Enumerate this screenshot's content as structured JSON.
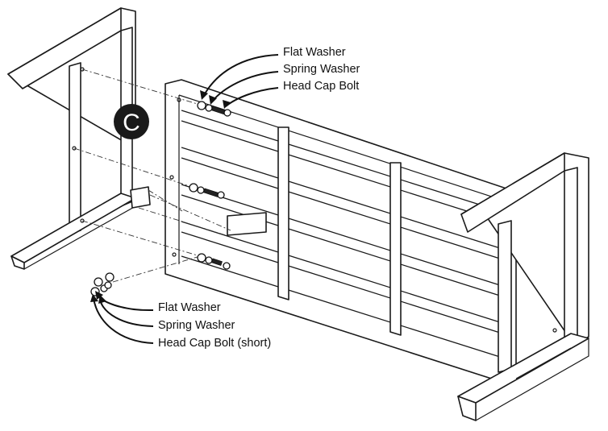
{
  "step": {
    "letter": "C",
    "badge_color": "#1a1a1a"
  },
  "callouts": {
    "top": {
      "flat_washer": "Flat Washer",
      "spring_washer": "Spring Washer",
      "head_cap_bolt": "Head Cap Bolt"
    },
    "bottom": {
      "flat_washer": "Flat Washer",
      "spring_washer": "Spring Washer",
      "head_cap_bolt_short": "Head Cap Bolt (short)"
    }
  },
  "colors": {
    "line": "#1a1a1a",
    "background": "#ffffff"
  }
}
